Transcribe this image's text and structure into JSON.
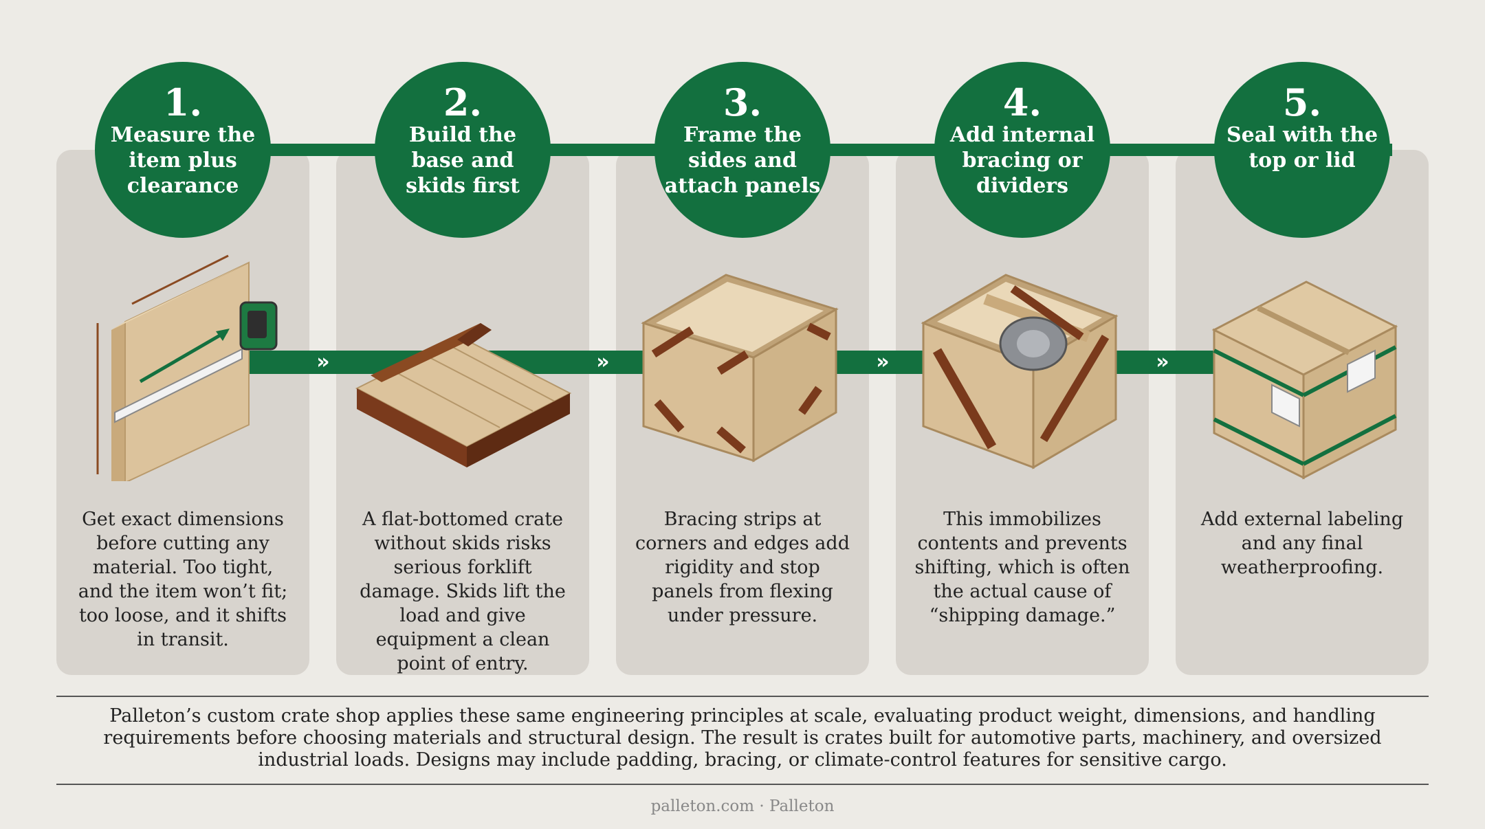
{
  "steps": [
    {
      "number": "1.",
      "title": "Measure the item plus clearance",
      "description": "Get exact dimensions before cutting any material. Too tight, and the item won’t fit; too loose, and it shifts in transit."
    },
    {
      "number": "2.",
      "title": "Build the base and skids first",
      "description": "A flat-bottomed crate without skids risks serious forklift damage. Skids lift the load and give equipment a clean point of entry."
    },
    {
      "number": "3.",
      "title": "Frame the sides and attach panels",
      "description": "Bracing strips at corners and edges add rigidity and stop panels from flexing under pressure."
    },
    {
      "number": "4.",
      "title": "Add internal bracing or dividers",
      "description": "This immobilizes contents and prevents shifting, which is often the actual cause of “shipping damage.”"
    },
    {
      "number": "5.",
      "title": "Seal with the top or lid",
      "description": "Add external labeling and any final weatherproofing."
    }
  ],
  "connector": {
    "chevron": "»"
  },
  "footer": {
    "text": "Palleton’s custom crate shop applies these same engineering principles at scale, evaluating product weight, dimensions, and handling requirements before choosing materials and structural design. The result is crates built for automotive parts, machinery, and oversized industrial loads. Designs may include padding, bracing, or climate-control features for sensitive cargo."
  },
  "source": {
    "text": "palleton.com · Palleton"
  },
  "colors": {
    "green": "#13703f",
    "panel": "#d8d4ce",
    "background": "#edebe6",
    "wood_light": "#dcc39c",
    "wood_dark": "#7a3a1c"
  },
  "icons": [
    "tape-measure-icon",
    "pallet-skid-icon",
    "open-crate-icon",
    "braced-crate-icon",
    "sealed-crate-icon"
  ]
}
